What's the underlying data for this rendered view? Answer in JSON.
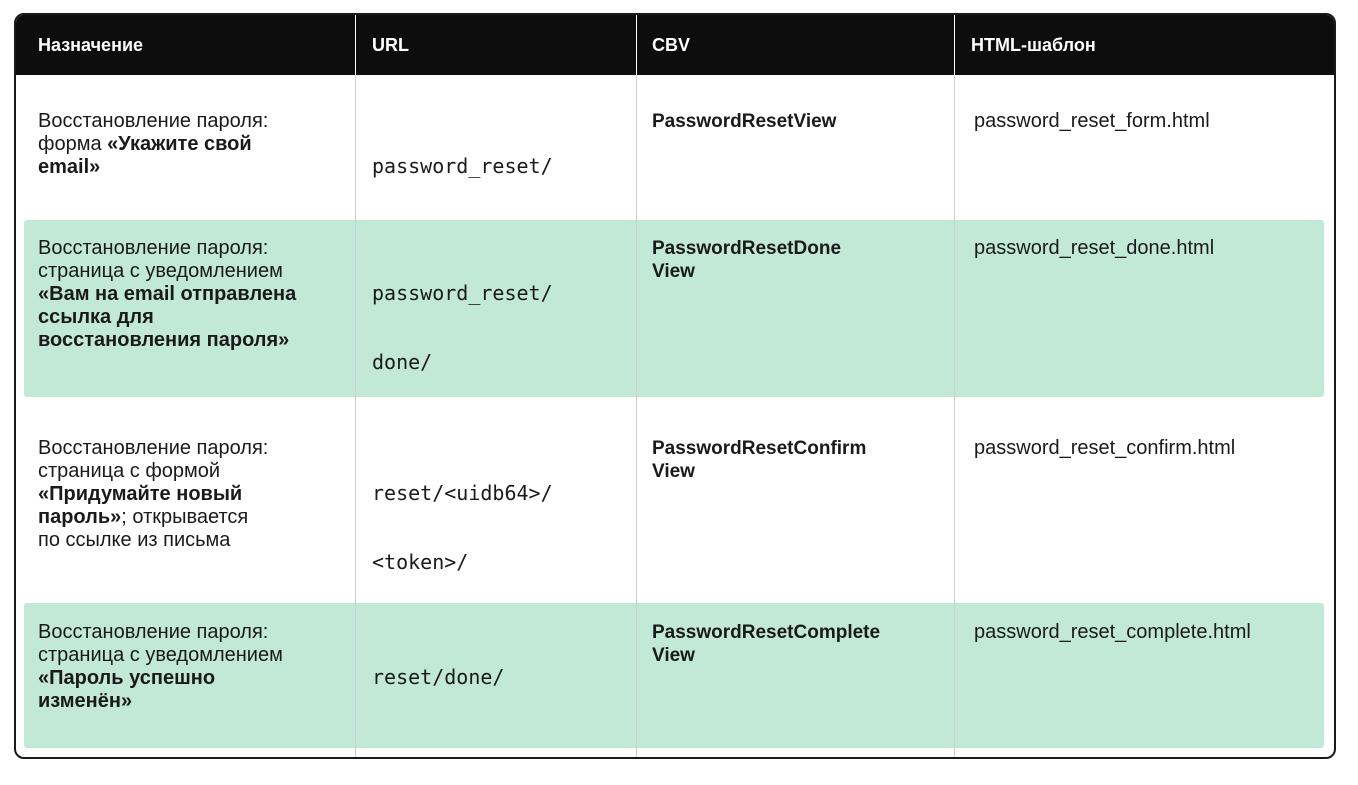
{
  "table": {
    "headers": {
      "purpose": "Назначение",
      "url": "URL",
      "cbv": "CBV",
      "template": "HTML-шаблон"
    },
    "rows": [
      {
        "purpose": {
          "line1": "Восстановление пароля:",
          "line2_plain": "форма ",
          "line2_bold": "«Укажите свой",
          "line3_bold": "email»"
        },
        "url": {
          "line1": "password_reset/"
        },
        "cbv": {
          "line1": "PasswordResetView"
        },
        "template": "password_reset_form.html",
        "highlighted": false
      },
      {
        "purpose": {
          "line1": "Восстановление пароля:",
          "line2": "страница с уведомлением",
          "line3_bold": "«Вам на email отправлена",
          "line4_bold": "ссылка для",
          "line5_bold": "восстановления пароля»"
        },
        "url": {
          "line1": "password_reset/",
          "line2": "done/"
        },
        "cbv": {
          "line1": "PasswordResetDone",
          "line2": "View"
        },
        "template": "password_reset_done.html",
        "highlighted": true
      },
      {
        "purpose": {
          "line1": "Восстановление пароля:",
          "line2": "страница с формой",
          "line3_bold": "«Придумайте новый",
          "line4_bold": "пароль»",
          "line4_plain": "; открывается",
          "line5": "по ссылке из письма"
        },
        "url": {
          "line1": "reset/<uidb64>/",
          "line2": "<token>/"
        },
        "cbv": {
          "line1": "PasswordResetConfirm",
          "line2": "View"
        },
        "template": "password_reset_confirm.html",
        "highlighted": false
      },
      {
        "purpose": {
          "line1": "Восстановление пароля:",
          "line2": "страница с уведомлением",
          "line3_bold": "«Пароль успешно",
          "line4_bold": "изменён»"
        },
        "url": {
          "line1": "reset/done/"
        },
        "cbv": {
          "line1": "PasswordResetComplete",
          "line2": "View"
        },
        "template": "password_reset_complete.html",
        "highlighted": true
      }
    ],
    "colors": {
      "header_bg": "#0d0d0d",
      "highlight_bg": "#c2e8d6",
      "separator": "#c9d1d6"
    }
  }
}
